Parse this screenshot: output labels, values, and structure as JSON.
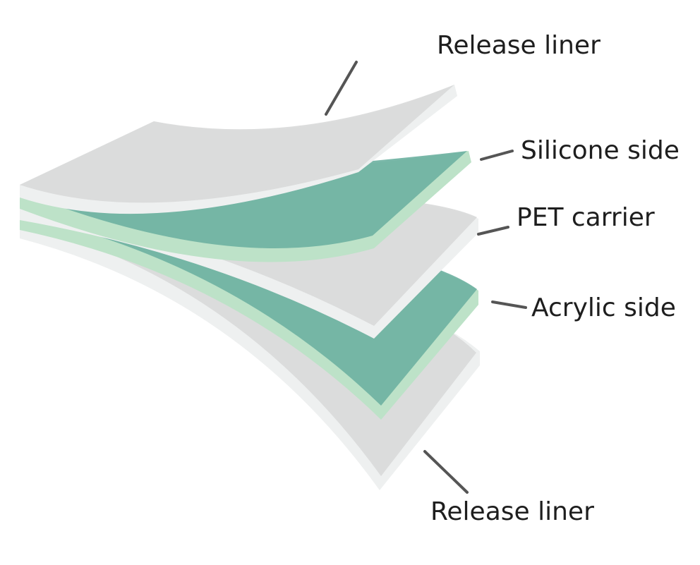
{
  "labels": {
    "release_liner_top": "Release liner",
    "silicone_side": "Silicone side",
    "pet_carrier": "PET carrier",
    "acrylic_side": "Acrylic side",
    "release_liner_bottom": "Release liner"
  },
  "colors": {
    "liner_face": "#d9dada",
    "liner_edge": "#eef0f0",
    "adhesive_face": "#6fb2a2",
    "adhesive_edge": "#bde2c8",
    "leader_line": "#555555",
    "text": "#1e1e1e"
  }
}
